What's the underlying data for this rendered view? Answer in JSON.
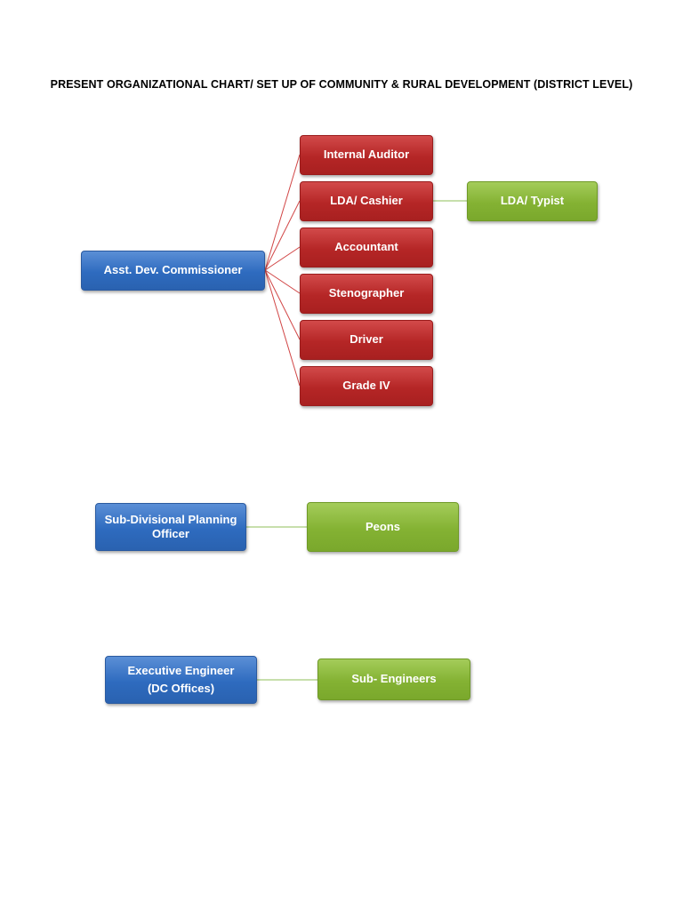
{
  "title": "PRESENT ORGANIZATIONAL CHART/ SET UP OF COMMUNITY & RURAL DEVELOPMENT (DISTRICT LEVEL)",
  "colors": {
    "blue": "#2e6bbf",
    "red": "#b52626",
    "green": "#84b233"
  },
  "group1": {
    "head": "Asst. Dev. Commissioner",
    "subordinates": [
      "Internal Auditor",
      "LDA/ Cashier",
      "Accountant",
      "Stenographer",
      "Driver",
      "Grade IV"
    ],
    "cashier_assistant": "LDA/ Typist"
  },
  "group2": {
    "head": "Sub-Divisional Planning Officer",
    "subordinate": "Peons"
  },
  "group3": {
    "head_line1": "Executive Engineer",
    "head_line2": "(DC Offices)",
    "subordinate": "Sub- Engineers"
  }
}
